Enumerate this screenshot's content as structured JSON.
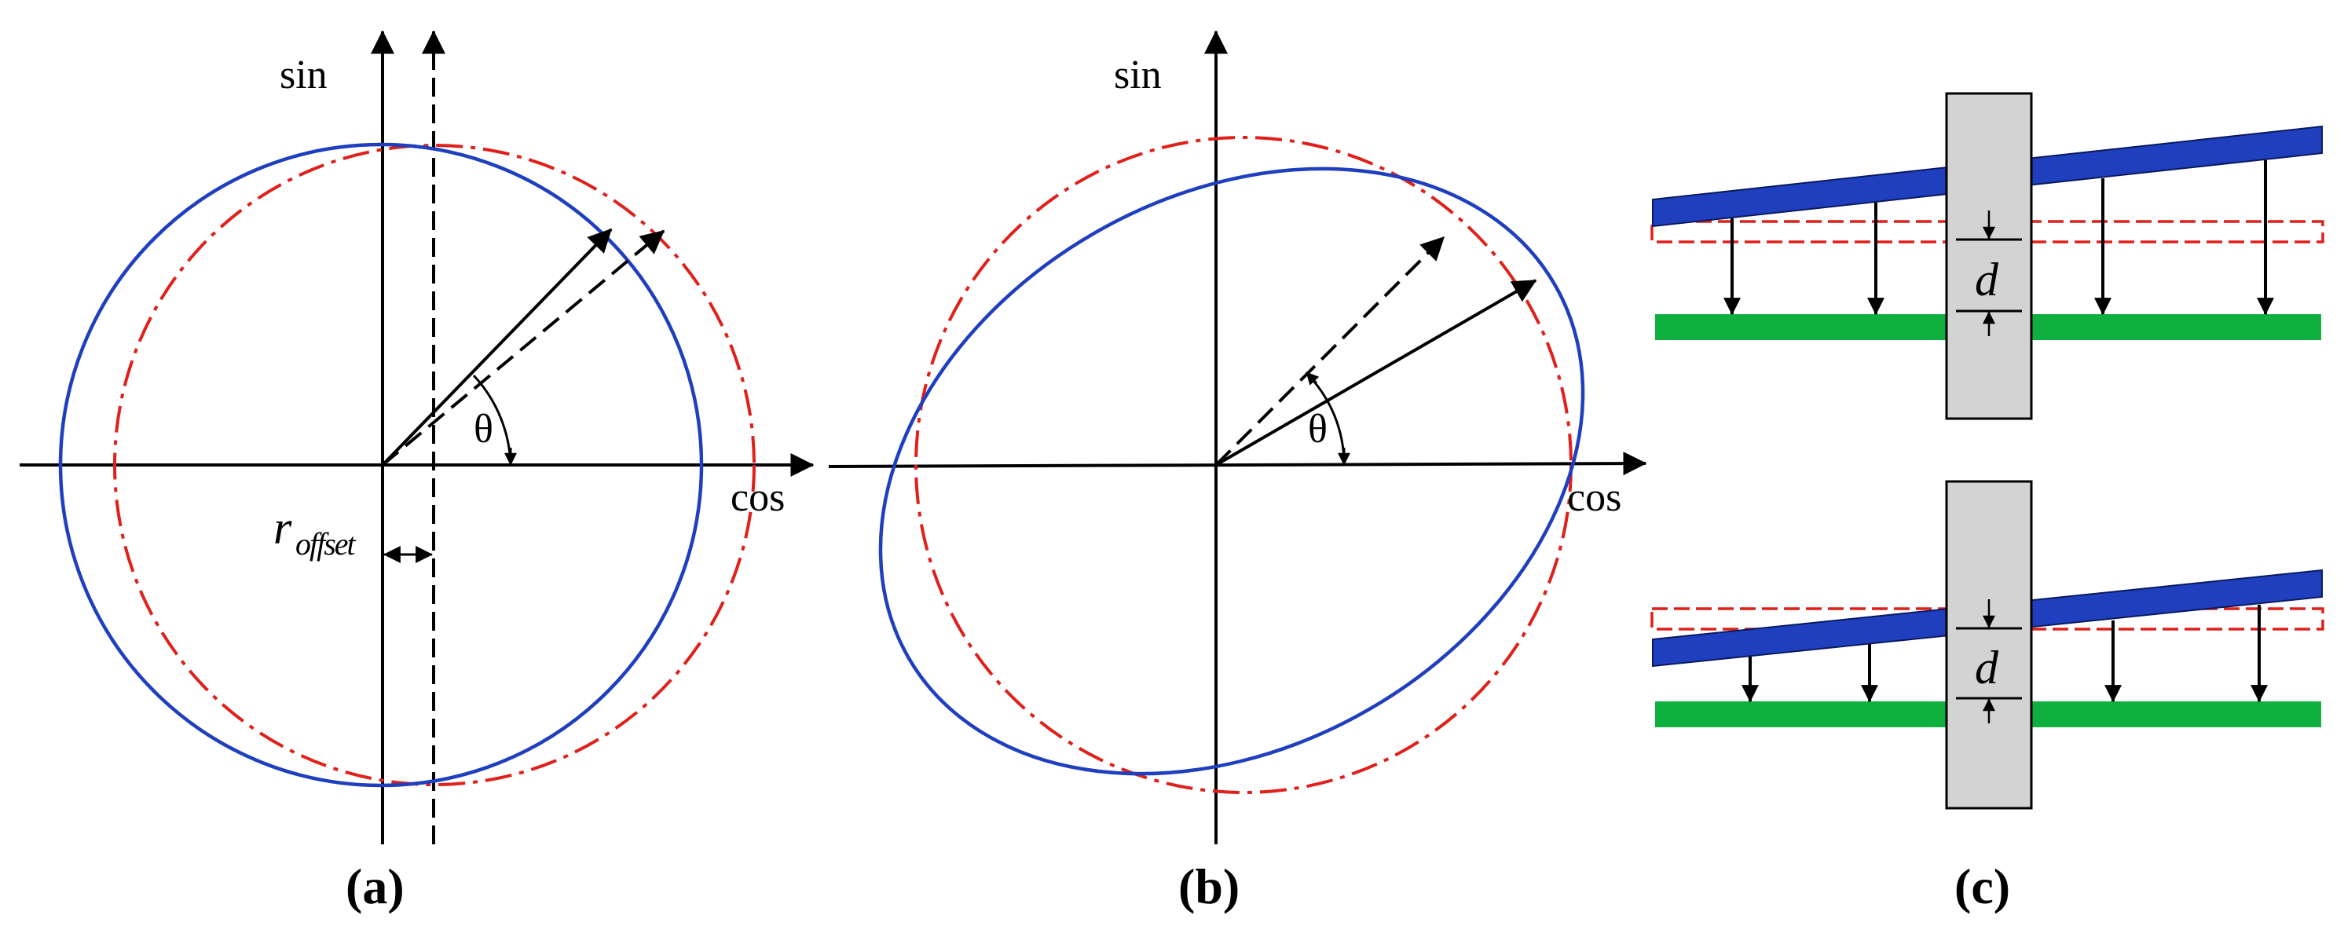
{
  "panels": {
    "a": {
      "caption": "(a)",
      "y_axis_label": "sin",
      "x_axis_label": "cos",
      "angle_label": "θ",
      "offset_label_main": "r",
      "offset_label_sub": "offset"
    },
    "b": {
      "caption": "(b)",
      "y_axis_label": "sin",
      "x_axis_label": "cos",
      "angle_label": "θ"
    },
    "c": {
      "caption": "(c)",
      "gap_label_top": "d",
      "gap_label_bottom": "d"
    }
  },
  "colors": {
    "measured_curve": "#1f3fbf",
    "reference_curve": "#e0201a",
    "moving_plate": "#1f3fbf",
    "fixed_plate": "#10b040",
    "spacer": "#d3d3d3",
    "ink": "#000000"
  }
}
